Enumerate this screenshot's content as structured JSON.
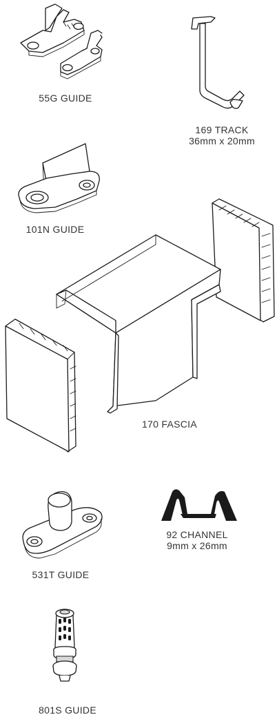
{
  "parts": [
    {
      "name": "55G GUIDE"
    },
    {
      "name": "169 TRACK",
      "size": "36mm x 20mm"
    },
    {
      "name": "101N GUIDE"
    },
    {
      "name": "170 FASCIA"
    },
    {
      "name": "92 CHANNEL",
      "size": "9mm x 26mm"
    },
    {
      "name": "531T GUIDE"
    },
    {
      "name": "801S GUIDE"
    }
  ]
}
